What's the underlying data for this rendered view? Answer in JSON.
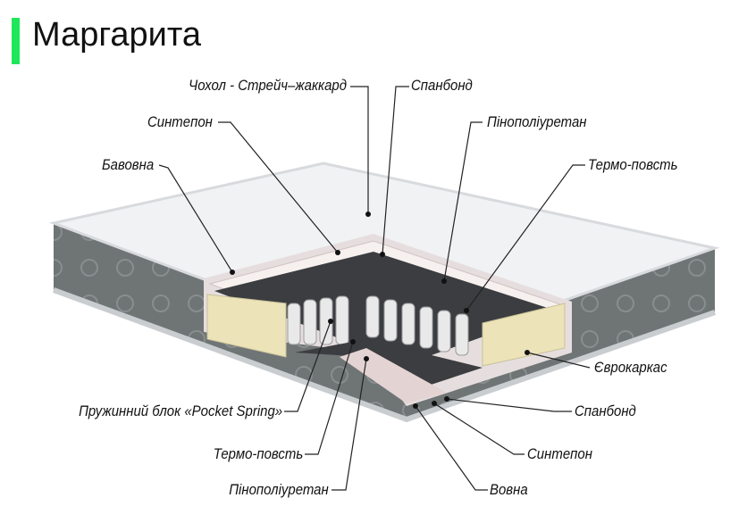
{
  "title": "Маргарита",
  "accent_color": "#1ee85a",
  "labels": {
    "cover": "Чохол - Стрейч–жаккард",
    "spunbond_top": "Спанбонд",
    "syntepon_top": "Синтепон",
    "pu_foam_top": "Пінополіуретан",
    "cotton": "Бавовна",
    "thermo_felt_top": "Термо-повсть",
    "eurofame": "Єврокаркас",
    "spring_block": "Пружинний блок «Pocket Spring»",
    "spunbond_bottom": "Спанбонд",
    "thermo_felt_bottom": "Термо-повсть",
    "syntepon_bottom": "Синтепон",
    "pu_foam_bottom": "Пінополіуретан",
    "wool": "Вовна"
  }
}
